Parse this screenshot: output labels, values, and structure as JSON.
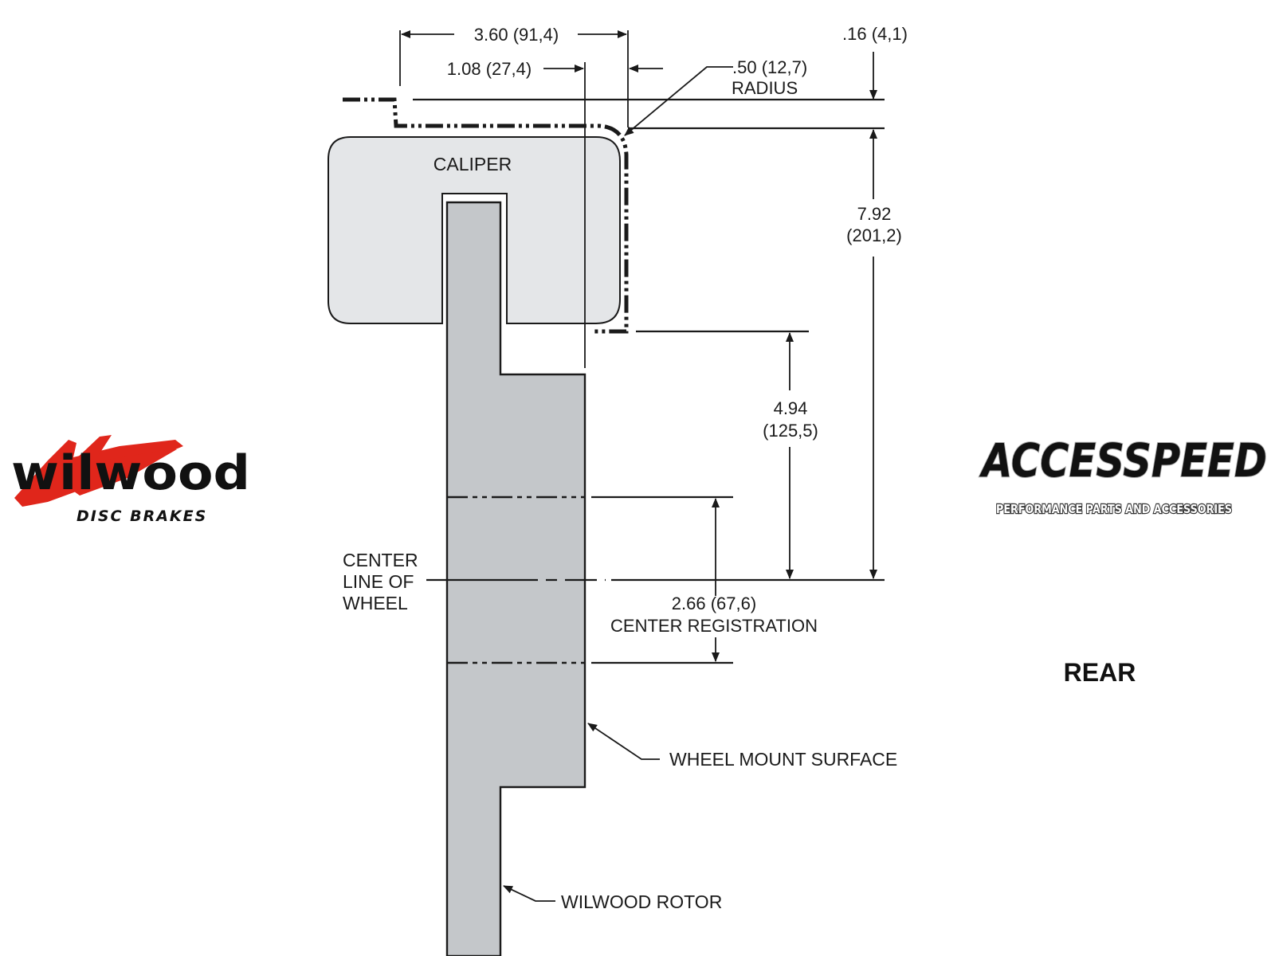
{
  "view_label": "REAR",
  "logos": {
    "left": {
      "brand": "wilwood",
      "tagline": "DISC BRAKES"
    },
    "right": {
      "brand": "ACCESSPEED",
      "tagline": "PERFORMANCE PARTS AND ACCESSORIES"
    }
  },
  "parts": {
    "caliper": "CALIPER",
    "rotor": "WILWOOD ROTOR",
    "wheel_mount": "WHEEL MOUNT SURFACE",
    "centerline": [
      "CENTER",
      "LINE OF",
      "WHEEL"
    ]
  },
  "dimensions": {
    "overall_width": "3.60 (91,4)",
    "offset_width": "1.08 (27,4)",
    "radius": ".50 (12,7)",
    "radius_label": "RADIUS",
    "top_clearance": ".16 (4,1)",
    "overall_height": [
      "7.92",
      "(201,2)"
    ],
    "lower_height": [
      "4.94",
      "(125,5)"
    ],
    "center_reg": "2.66 (67,6)",
    "center_reg_label": "CENTER REGISTRATION"
  },
  "colors": {
    "caliper_fill": "#e4e6e8",
    "rotor_fill": "#c4c7ca",
    "logo_red": "#e0261b",
    "ink": "#1a1a1a"
  }
}
